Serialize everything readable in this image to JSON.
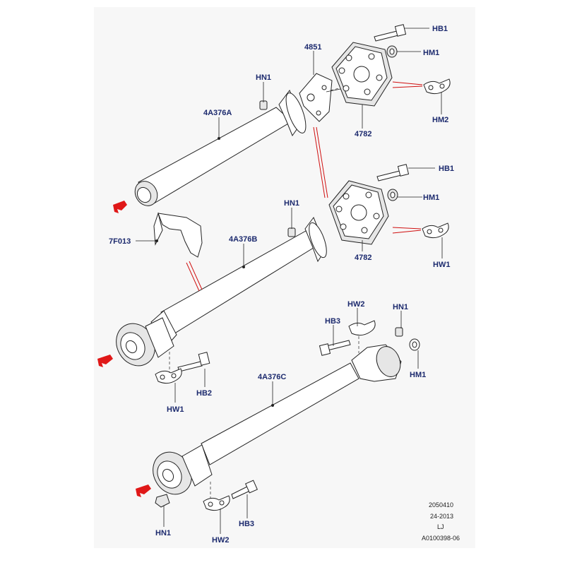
{
  "labels": {
    "hb1_top": "HB1",
    "hm1_top": "HM1",
    "n4851": "4851",
    "hn1_top": "HN1",
    "hm2": "HM2",
    "shaft_a": "4A376A",
    "coupling_top": "4782",
    "hb1_mid": "HB1",
    "hm1_mid": "HM1",
    "hn1_mid": "HN1",
    "bracket": "7F013",
    "shaft_b": "4A376B",
    "hw1_mid": "HW1",
    "coupling_mid": "4782",
    "hw2_right": "HW2",
    "hn1_right": "HN1",
    "hb3_right": "HB3",
    "shaft_c": "4A376C",
    "hm1_right": "HM1",
    "hb2": "HB2",
    "hw1_left": "HW1",
    "hn1_bottom": "HN1",
    "hw2_bottom": "HW2",
    "hb3_bottom": "HB3"
  },
  "reference": {
    "line1": "2050410",
    "line2": "24-2013",
    "line3": "LJ",
    "line4": "A0100398-06"
  },
  "colors": {
    "label": "#1c2a6e",
    "arrow": "#e01818",
    "panel": "#f7f7f7"
  }
}
